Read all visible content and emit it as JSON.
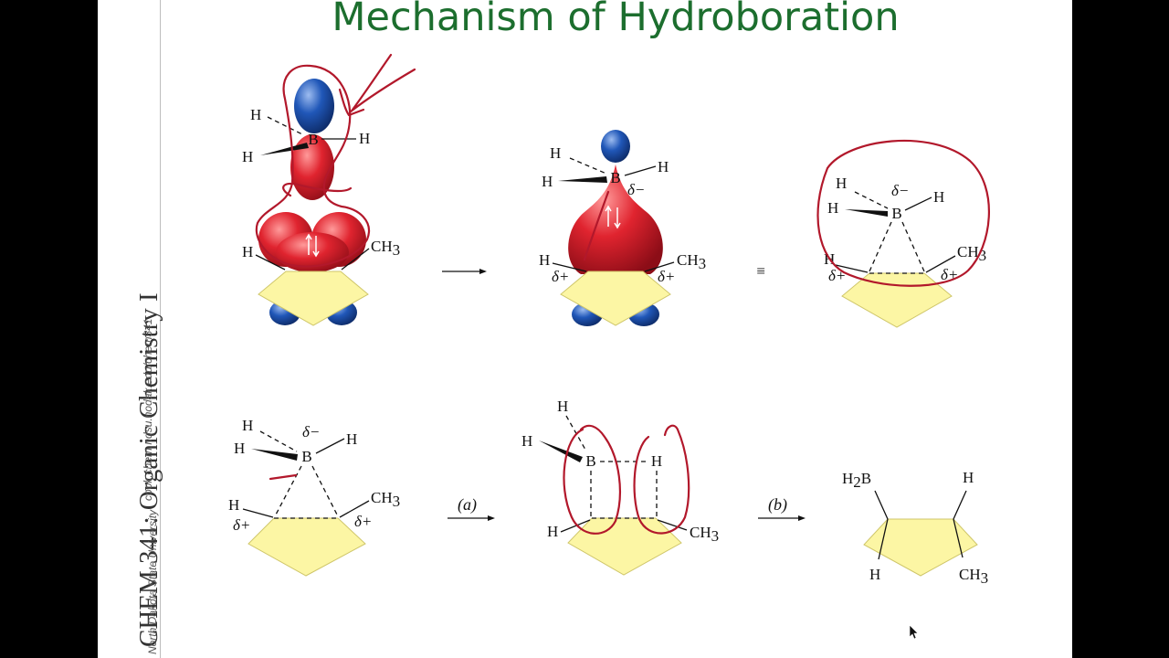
{
  "slide": {
    "title": "Mechanism of Hydroboration",
    "course": "CHEM 341: Organic Chemistry I",
    "url": "cook.chem.ndsu.nodak.edu/chem341",
    "university": "North Dakota State University"
  },
  "labels": {
    "h": "H",
    "b": "B",
    "ch": "CH",
    "sub3": "3",
    "sub2": "2",
    "delta_minus": "δ−",
    "delta_plus": "δ+",
    "step_a": "(a)",
    "step_b": "(b)",
    "equiv": "≡"
  },
  "colors": {
    "title": "#1c6e2e",
    "orbital_red": "#d9232e",
    "orbital_blue": "#1f4fa8",
    "ring_fill": "#fcf6a4",
    "annotation_ink": "#b2182b"
  },
  "icons": {
    "cursor": "mouse-pointer-icon"
  }
}
